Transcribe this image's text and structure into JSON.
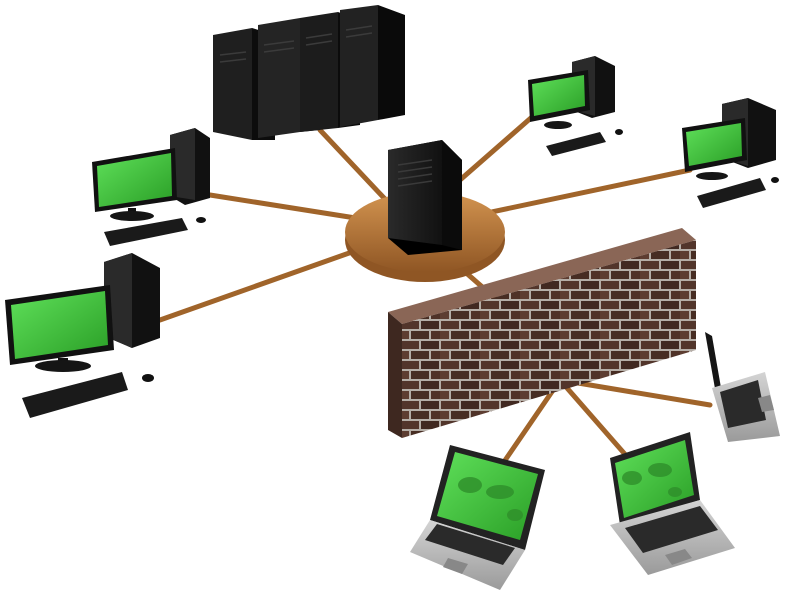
{
  "diagram": {
    "type": "network-topology",
    "nodes": [
      {
        "id": "hub",
        "kind": "central-server-on-hub-disc"
      },
      {
        "id": "server-rack",
        "kind": "server-rack",
        "units": 4
      },
      {
        "id": "desktop-1",
        "kind": "desktop-workstation"
      },
      {
        "id": "desktop-2",
        "kind": "desktop-workstation"
      },
      {
        "id": "desktop-3",
        "kind": "desktop-workstation"
      },
      {
        "id": "desktop-4",
        "kind": "desktop-workstation"
      },
      {
        "id": "firewall",
        "kind": "brick-wall-firewall"
      },
      {
        "id": "laptop-1",
        "kind": "laptop",
        "screen": "world-map"
      },
      {
        "id": "laptop-2",
        "kind": "laptop",
        "screen": "world-map"
      },
      {
        "id": "laptop-3",
        "kind": "laptop",
        "screen": "side-view"
      }
    ],
    "links": [
      [
        "hub",
        "server-rack"
      ],
      [
        "hub",
        "desktop-1"
      ],
      [
        "hub",
        "desktop-2"
      ],
      [
        "hub",
        "desktop-3"
      ],
      [
        "hub",
        "desktop-4"
      ],
      [
        "hub",
        "firewall"
      ],
      [
        "firewall",
        "laptop-1"
      ],
      [
        "firewall",
        "laptop-2"
      ],
      [
        "firewall",
        "laptop-3"
      ]
    ],
    "colors": {
      "cable": "#a0642a",
      "hub": "#b87a3a",
      "screen": "#3fc23a",
      "server": "#1a1a1a",
      "brick": "#5a3a2e",
      "mortar": "#cfc6bf",
      "laptop_body": "#b8b8b8"
    }
  }
}
